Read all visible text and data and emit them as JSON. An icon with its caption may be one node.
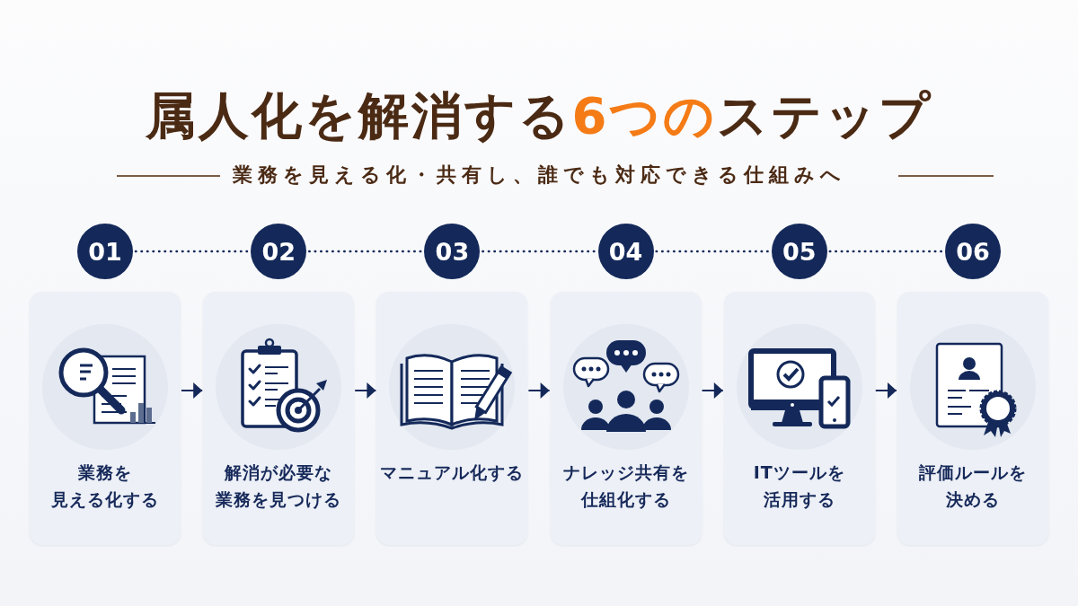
{
  "diagram": {
    "title": "属人化を解消する**6つの**ステップ",
    "nodes": [
      {
        "text": [
          "01"
        ]
      },
      {
        "text": [
          "02"
        ]
      },
      {
        "text": [
          "03"
        ]
      },
      {
        "text": [
          "04"
        ]
      },
      {
        "text": [
          "05"
        ]
      },
      {
        "text": [
          "06"
        ]
      },
      {
        "text": [
          "業務を見える化する"
        ]
      },
      {
        "text": [
          "解消が必要な業務を見つける"
        ]
      },
      {
        "text": [
          "マニュアル化する"
        ]
      },
      {
        "text": [
          "ナレッジ共有を仕組化する"
        ]
      },
      {
        "text": [
          "ITツールを活用する"
        ]
      },
      {
        "text": [
          "評価ルールを決める"
        ]
      }
    ],
    "edges": [
      {
        "from": 0,
        "to": 1,
        "arrow": "none",
        "style": "dashed"
      },
      {
        "from": 1,
        "to": 2,
        "arrow": "none",
        "style": "dashed"
      },
      {
        "from": 2,
        "to": 3,
        "arrow": "none",
        "style": "dashed"
      },
      {
        "from": 3,
        "to": 4,
        "arrow": "none",
        "style": "dashed"
      },
      {
        "from": 4,
        "to": 5,
        "arrow": "none",
        "style": "dashed"
      },
      {
        "from": 6,
        "to": 7,
        "arrow": "to"
      },
      {
        "from": 7,
        "to": 8,
        "arrow": "to"
      },
      {
        "from": 8,
        "to": 9,
        "arrow": "to"
      },
      {
        "from": 9,
        "to": 10,
        "arrow": "to"
      },
      {
        "from": 10,
        "to": 11,
        "arrow": "to"
      }
    ],
    "labels": [
      "業務を見える化・共有し、誰でも対応できる仕組みへ"
    ]
  }
}
